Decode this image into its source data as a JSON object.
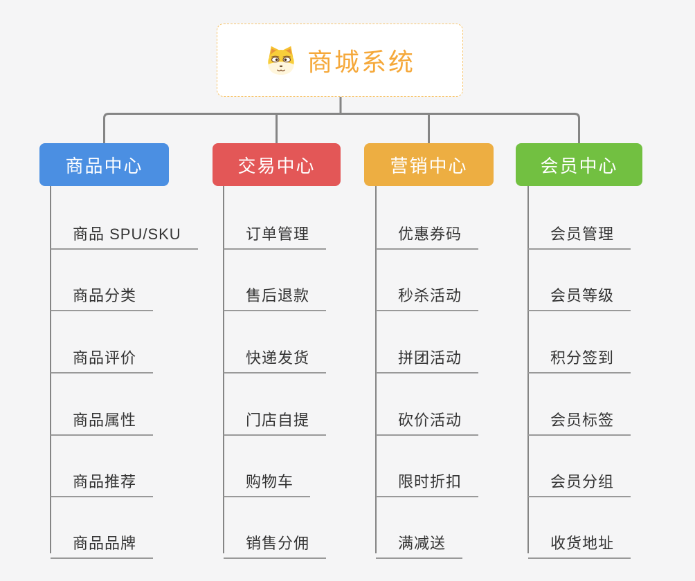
{
  "root": {
    "title": "商城系统",
    "icon": "dog-icon",
    "accent_color": "#F5A83A",
    "border_color": "#F7C56E"
  },
  "branches": [
    {
      "label": "商品中心",
      "color": "#4B8FE2",
      "children": [
        "商品 SPU/SKU",
        "商品分类",
        "商品评价",
        "商品属性",
        "商品推荐",
        "商品品牌"
      ]
    },
    {
      "label": "交易中心",
      "color": "#E35757",
      "children": [
        "订单管理",
        "售后退款",
        "快递发货",
        "门店自提",
        "购物车",
        "销售分佣"
      ]
    },
    {
      "label": "营销中心",
      "color": "#EDAE42",
      "children": [
        "优惠券码",
        "秒杀活动",
        "拼团活动",
        "砍价活动",
        "限时折扣",
        "满减送"
      ]
    },
    {
      "label": "会员中心",
      "color": "#72C041",
      "children": [
        "会员管理",
        "会员等级",
        "积分签到",
        "会员标签",
        "会员分组",
        "收货地址"
      ]
    }
  ],
  "theme": {
    "page-bg": "#F5F5F6",
    "root-accent": "#F5A83A",
    "root-border": "#F7C56E",
    "branch-1": "#4B8FE2",
    "branch-2": "#E35757",
    "branch-3": "#EDAE42",
    "branch-4": "#72C041",
    "connector": "#858585",
    "child-text": "#333333",
    "child-line": "#999999",
    "node-text": "#FFFFFF"
  }
}
